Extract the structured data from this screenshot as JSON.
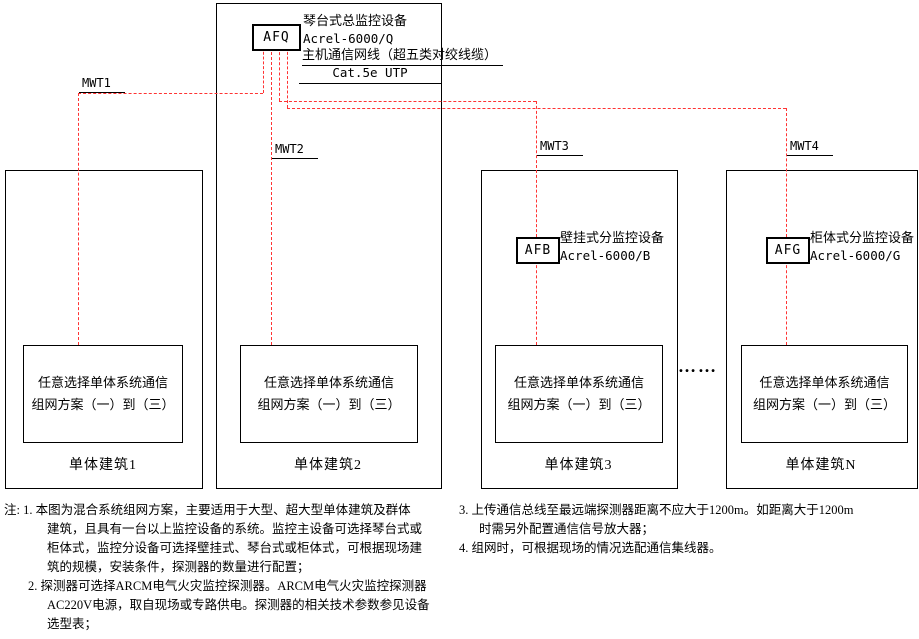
{
  "colors": {
    "cable": "#ff3333"
  },
  "main_unit": {
    "tag": "AFQ",
    "device_name": "琴台式总监控设备",
    "device_model": "Acrel-6000/Q",
    "cable_name": "主机通信网线（超五类对绞线缆）",
    "cable_type": "Cat.5e UTP"
  },
  "cable_tags": {
    "mwt1": "MWT1",
    "mwt2": "MWT2",
    "mwt3": "MWT3",
    "mwt4": "MWT4"
  },
  "sub_units": {
    "afb": {
      "tag": "AFB",
      "device_name": "壁挂式分监控设备",
      "device_model": "Acrel-6000/B"
    },
    "afg": {
      "tag": "AFG",
      "device_name": "柜体式分监控设备",
      "device_model": "Acrel-6000/G"
    }
  },
  "option_box": {
    "line1": "任意选择单体系统通信",
    "line2": "组网方案（一）到（三）"
  },
  "buildings": {
    "b1": "单体建筑1",
    "b2": "单体建筑2",
    "b3": "单体建筑3",
    "bn": "单体建筑N"
  },
  "ellipsis": "……",
  "notes": {
    "left": [
      "注: 1. 本图为混合系统组网方案，主要适用于大型、超大型单体建筑及群体",
      "建筑，且具有一台以上监控设备的系统。监控主设备可选择琴台式或",
      "柜体式，监控分设备可选择壁挂式、琴台式或柜体式，可根据现场建",
      "筑的规模，安装条件，探测器的数量进行配置；",
      "2. 探测器可选择ARCM电气火灾监控探测器。ARCM电气火灾监控探测器",
      "AC220V电源，取自现场或专路供电。探测器的相关技术参数参见设备",
      "选型表；"
    ],
    "right": [
      "3. 上传通信总线至最远端探测器距离不应大于1200m。如距离大于1200m",
      "时需另外配置通信信号放大器；",
      "4. 组网时，可根据现场的情况选配通信集线器。"
    ]
  }
}
